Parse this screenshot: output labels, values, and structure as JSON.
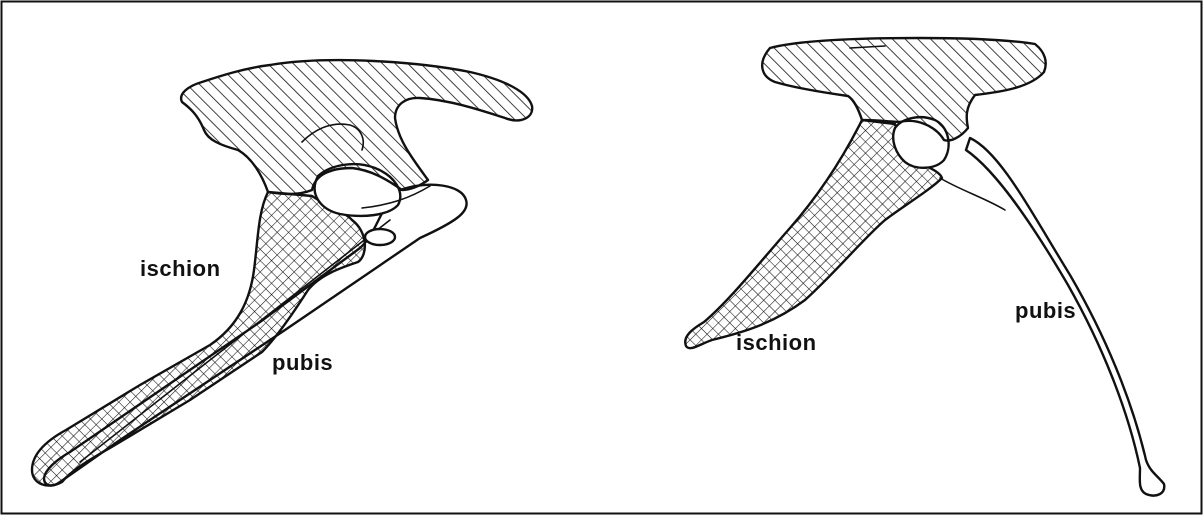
{
  "left_pelvis": {
    "ischion_label": "ischion",
    "pubis_label": "pubis"
  },
  "right_pelvis": {
    "ischion_label": "ischion",
    "pubis_label": "pubis"
  },
  "colors": {
    "ink": "#111111",
    "background": "#ffffff"
  }
}
